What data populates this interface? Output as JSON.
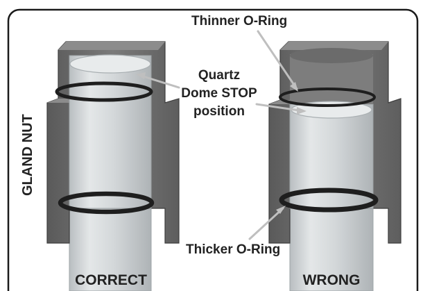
{
  "labels": {
    "thinner_oring": "Thinner O-Ring",
    "quartz_line1": "Quartz",
    "quartz_line2": "Dome STOP",
    "quartz_line3": "position",
    "thicker_oring": "Thicker O-Ring",
    "side_label": "GLAND NUT",
    "correct": "CORRECT",
    "wrong": "WRONG"
  },
  "colors": {
    "frame_border": "#1a1a1a",
    "nut_face": "#6e6e6e",
    "nut_dark": "#4d4d4d",
    "nut_light": "#8c8c8c",
    "tube_glass": "#d6dadc",
    "tube_edge": "#9ea4a7",
    "oring": "#1e1e1e",
    "leader": "#bfbfbf"
  }
}
